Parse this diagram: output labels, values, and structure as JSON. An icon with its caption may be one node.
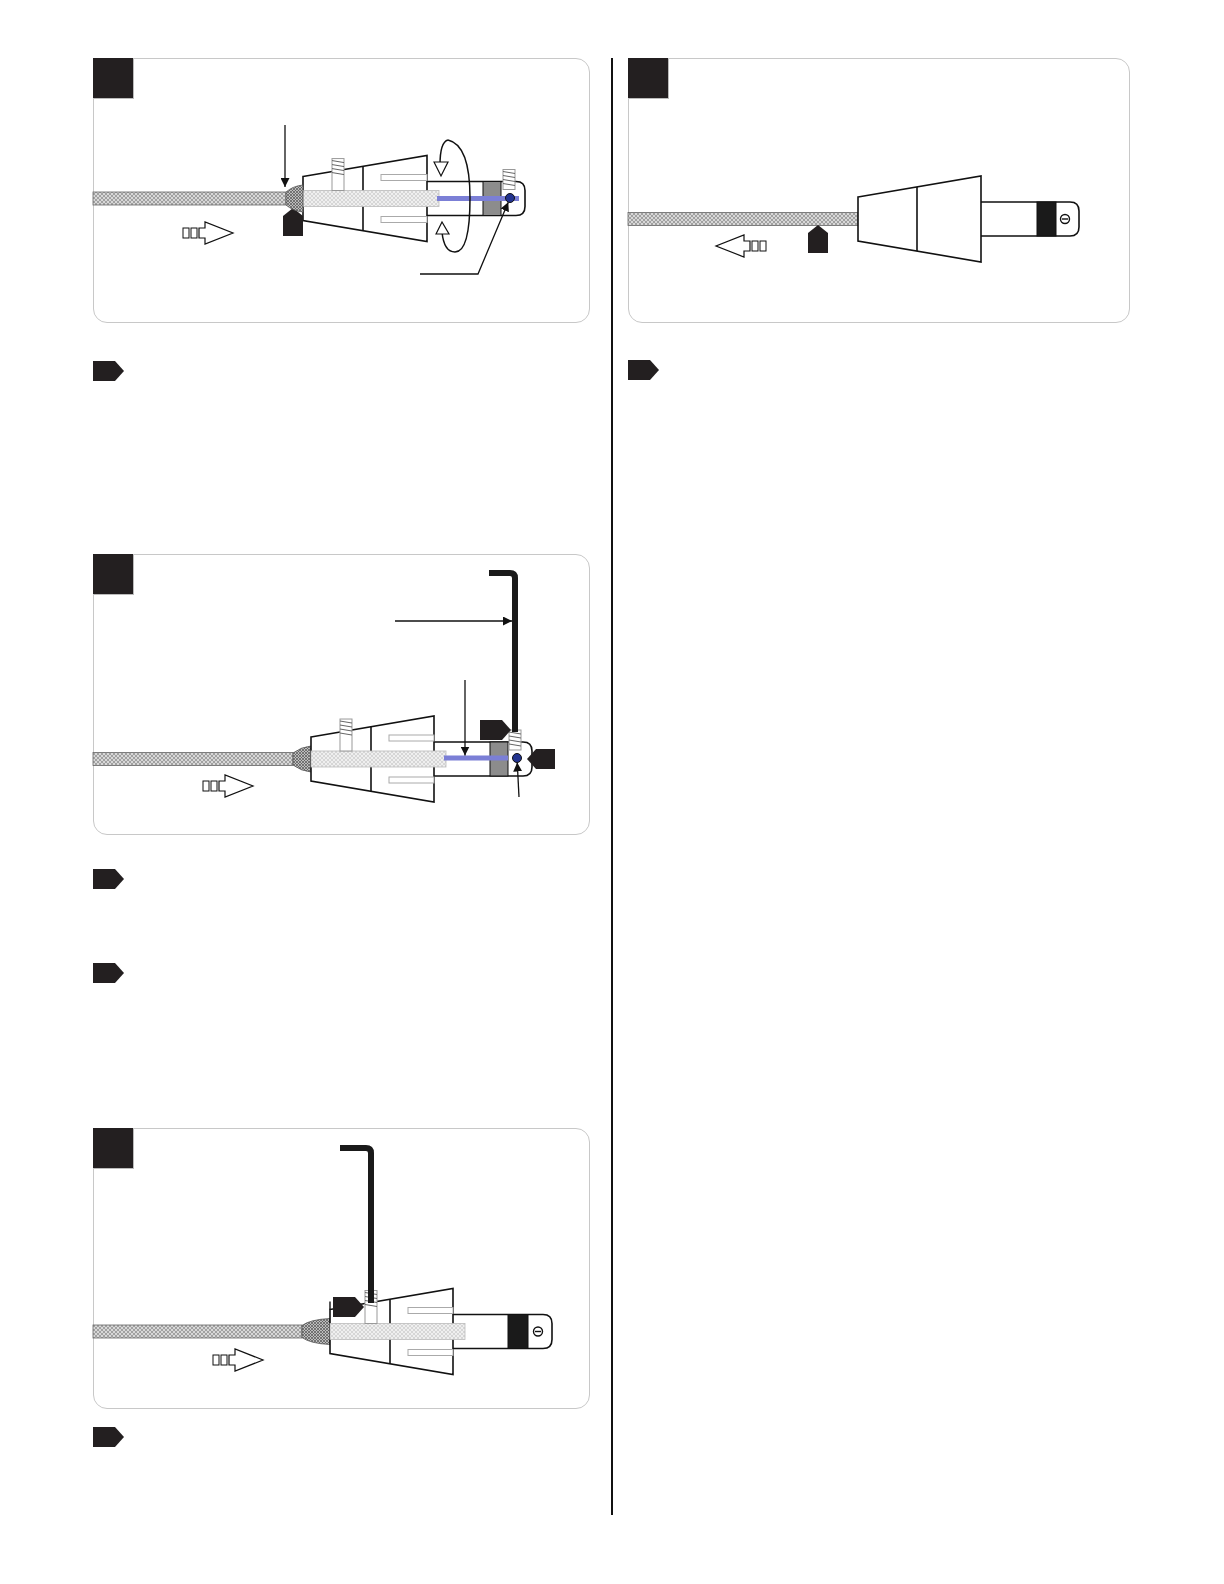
{
  "diagram": {
    "nodes": [
      {
        "text": [],
        "shape": "box"
      },
      {
        "text": [],
        "shape": "circle"
      },
      {
        "text": [],
        "shape": "bar"
      },
      {
        "text": [],
        "shape": "bar"
      },
      {
        "text": [],
        "shape": "circle"
      }
    ],
    "edges": [
      {
        "from": null,
        "to": 0,
        "arrow": "to"
      },
      {
        "from": null,
        "to": 1,
        "arrow": "to"
      },
      {
        "from": null,
        "to": 2,
        "arrow": "to"
      },
      {
        "from": null,
        "to": 3,
        "arrow": "to"
      },
      {
        "from": null,
        "to": 4,
        "arrow": "to"
      }
    ]
  }
}
